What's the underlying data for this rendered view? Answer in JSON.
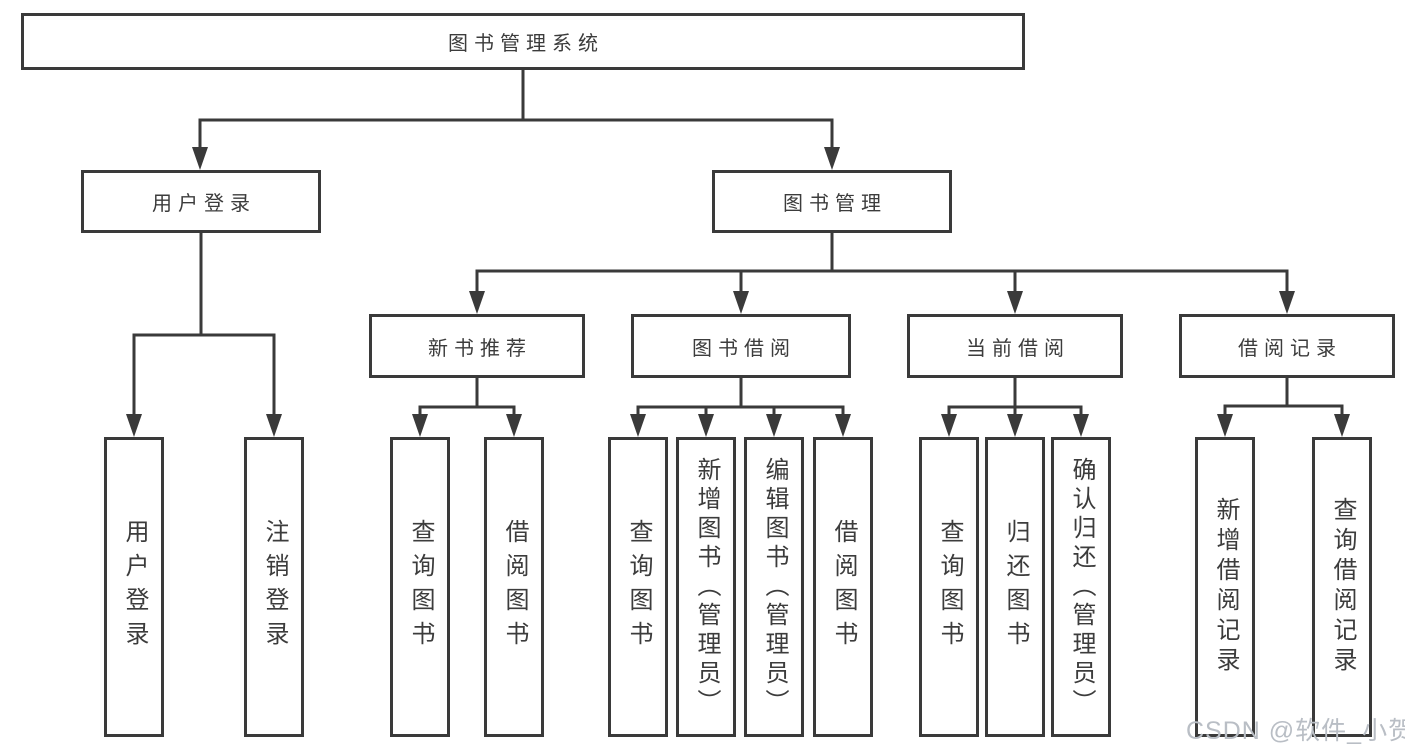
{
  "diagram_title": "图书管理系统",
  "tree": {
    "root": {
      "label": "图书管理系统"
    },
    "branches": [
      {
        "label": "用户登录",
        "children": [
          {
            "label": "用户登录"
          },
          {
            "label": "注销登录"
          }
        ]
      },
      {
        "label": "图书管理",
        "children": [
          {
            "label": "新书推荐",
            "children": [
              {
                "label": "查询图书"
              },
              {
                "label": "借阅图书"
              }
            ]
          },
          {
            "label": "图书借阅",
            "children": [
              {
                "label": "查询图书"
              },
              {
                "label": "新增图书（管理员）"
              },
              {
                "label": "编辑图书（管理员）"
              },
              {
                "label": "借阅图书"
              }
            ]
          },
          {
            "label": "当前借阅",
            "children": [
              {
                "label": "查询图书"
              },
              {
                "label": "归还图书"
              },
              {
                "label": "确认归还（管理员）"
              }
            ]
          },
          {
            "label": "借阅记录",
            "children": [
              {
                "label": "新增借阅记录"
              },
              {
                "label": "查询借阅记录"
              }
            ]
          }
        ]
      }
    ]
  },
  "watermark": {
    "text": "CSDN @软件_小贺同学",
    "color": "#b9bec5"
  },
  "colors": {
    "line": "#3a3a3a",
    "text": "#3c3c3c",
    "background": "#ffffff"
  }
}
